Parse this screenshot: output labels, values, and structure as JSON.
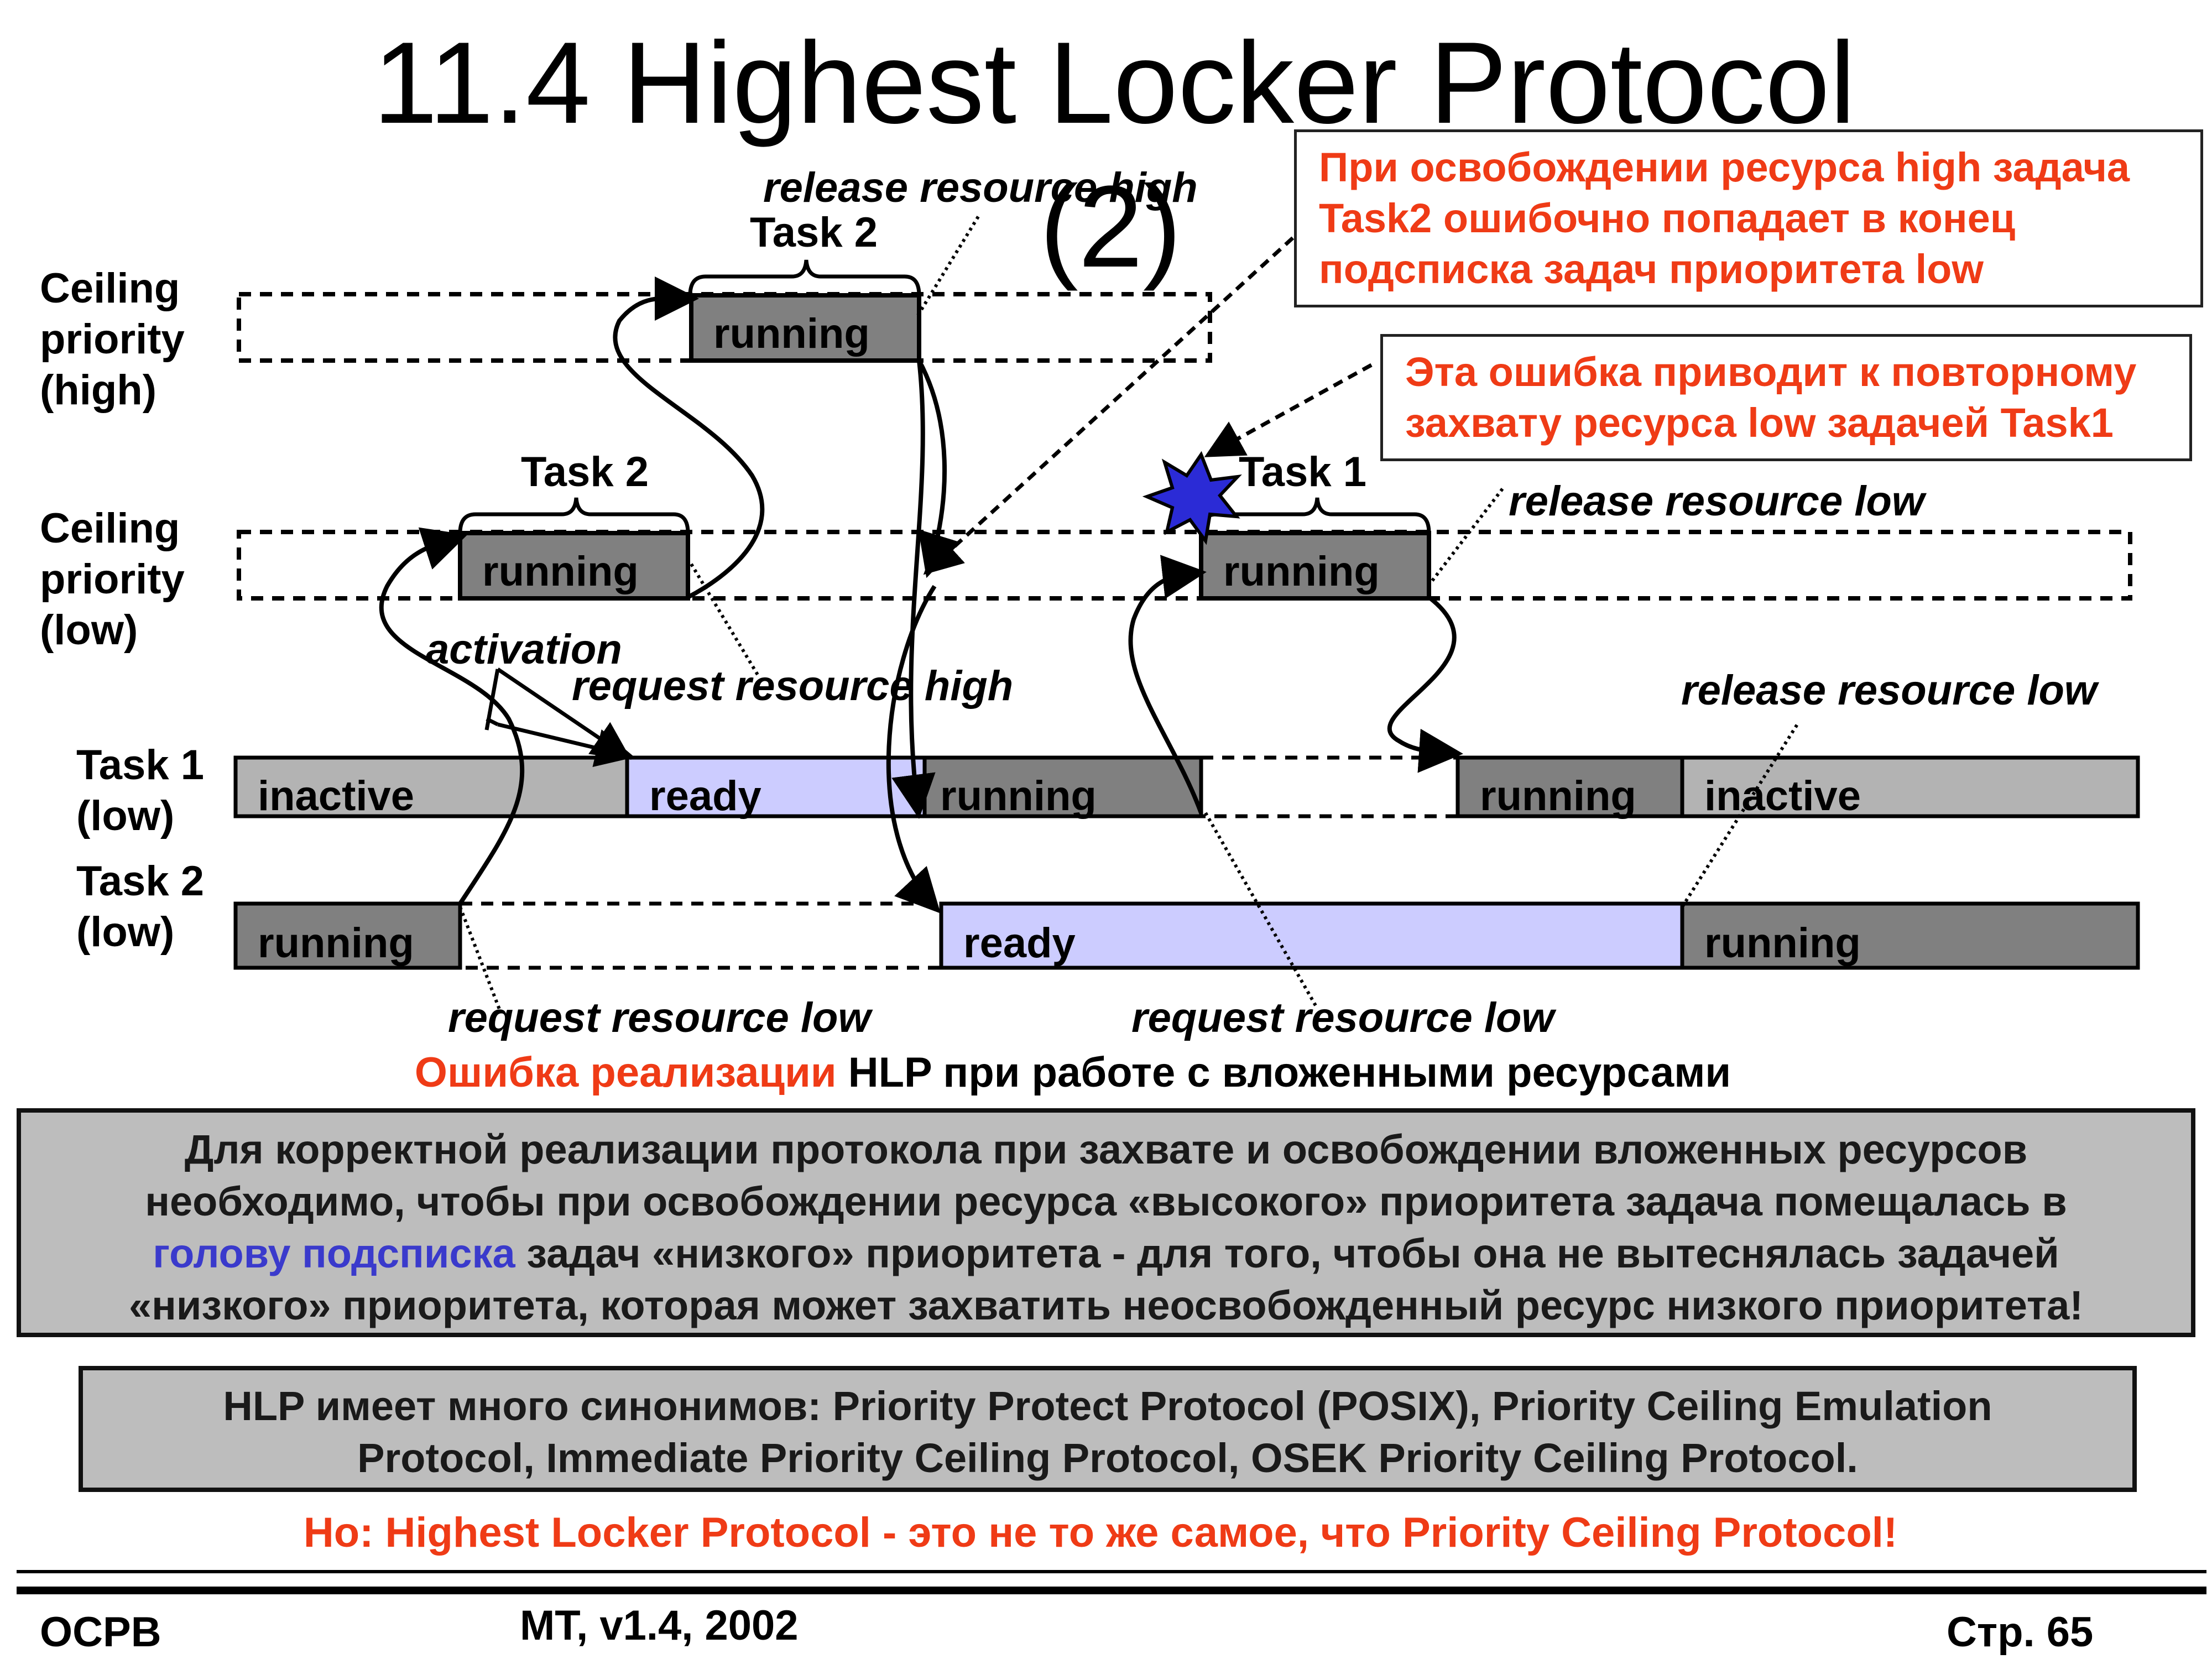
{
  "title": "11.4 Highest Locker Protocol",
  "subtitle": "(2)",
  "row_labels": {
    "ceiling_high": [
      "Ceiling",
      "priority",
      "(high)"
    ],
    "ceiling_low": [
      "Ceiling",
      "priority",
      "(low)"
    ],
    "task1": [
      "Task 1",
      "(low)"
    ],
    "task2": [
      "Task 2",
      "(low)"
    ]
  },
  "brace_labels": {
    "task2_high": "Task 2",
    "task2_low": "Task 2",
    "task1_low": "Task 1"
  },
  "bars": {
    "ceiling_high_running": "running",
    "ceiling_low_running_task2": "running",
    "ceiling_low_running_task1": "running",
    "task1": [
      "inactive",
      "ready",
      "running",
      "running",
      "inactive"
    ],
    "task2": [
      "running",
      "ready",
      "running"
    ]
  },
  "annotations": {
    "release_resource_high": "release resource high",
    "release_resource_low_top": "release resource low",
    "activation": "activation",
    "request_resource_high": "request resource high",
    "release_resource_low_mid": "release resource low",
    "request_resource_low_left": "request resource low",
    "request_resource_low_right": "request resource low"
  },
  "callouts": {
    "top": [
      "При освобождении ресурса high задача",
      "Task2 ошибочно попадает в конец",
      "подсписка задач приоритета low"
    ],
    "second": [
      "Эта ошибка приводит к повторному",
      "захвату ресурса low задачей Task1"
    ]
  },
  "caption": {
    "red_part": "Ошибка реализации",
    "black_part": " HLP при работе с вложенными ресурсами"
  },
  "box1": {
    "line1": "Для корректной реализации протокола при захвате и освобождении вложенных ресурсов",
    "line2": "необходимо, чтобы при освобождении ресурса «высокого» приоритета задача помещалась в",
    "line3_blue": "голову подсписка",
    "line3_rest": " задач «низкого» приоритета - для того, чтобы она не вытеснялась задачей",
    "line4": "«низкого» приоритета, которая может захватить неосвобожденный ресурс низкого приоритета!"
  },
  "box2": {
    "line1": "HLP имеет много синонимов: Priority Protect Protocol (POSIX), Priority Ceiling Emulation",
    "line2": "Protocol, Immediate Priority Ceiling Protocol, OSEK Priority Ceiling Protocol."
  },
  "note": "Но: Highest Locker Protocol - это не то же самое, что Priority Ceiling Protocol!",
  "footer": {
    "left": "ОСРВ",
    "center": "МТ, v1.4, 2002",
    "right": "Стр. 65"
  },
  "colors": {
    "running": "#808080",
    "inactive": "#b3b3b3",
    "ready": "#ccccff",
    "accent_red": "#ef3b16",
    "accent_blue": "#3a3acc",
    "star": "#2b2bd6"
  },
  "icons": {
    "collision": "blue-star-burst-icon"
  }
}
